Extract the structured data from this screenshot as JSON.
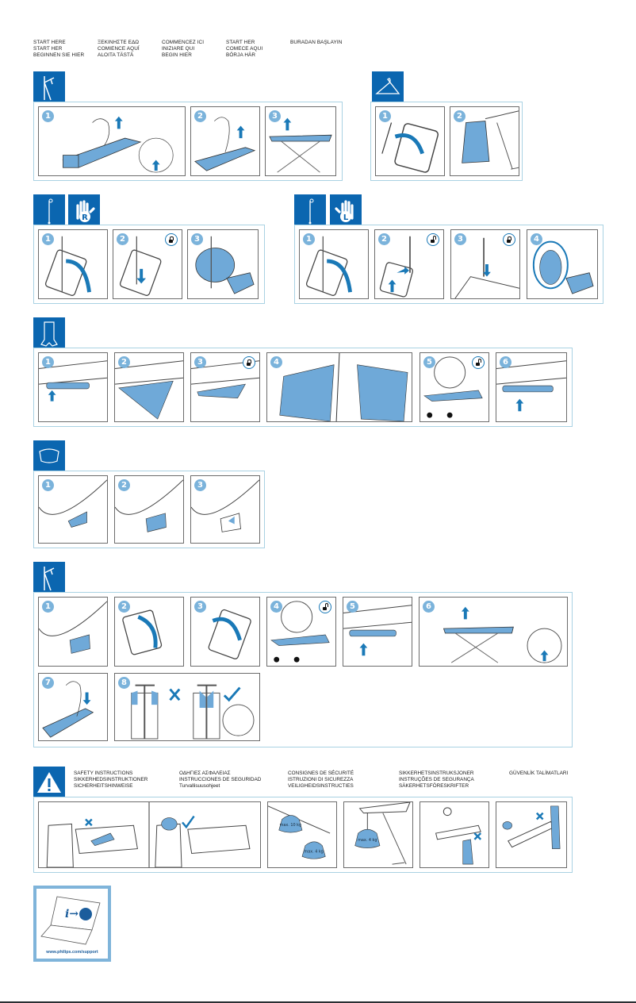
{
  "header": {
    "start_here_columns": [
      [
        "START HERE",
        "START HER",
        "BEGINNEN SIE HIER"
      ],
      [
        "ΞΕΚΙΝΗΣΤΕ ΕΔΩ",
        "COMIENCE AQUÍ",
        "ALOITA TÄSTÄ"
      ],
      [
        "COMMENCEZ ICI",
        "INIZIARE QUI",
        "BEGIN HIER"
      ],
      [
        "START HER",
        "COMECE AQUI",
        "BÖRJA HÄR"
      ],
      [
        "BURADAN BAŞLAYIN"
      ]
    ]
  },
  "sections": {
    "setup_board": {
      "icon": "ironing-board-stand-icon",
      "steps": [
        "1",
        "2",
        "3"
      ]
    },
    "garment_hanger": {
      "icon": "hanger-icon",
      "steps": [
        "1",
        "2"
      ]
    },
    "right_handed": {
      "icons": [
        "cord-holder-icon",
        "right-hand-icon"
      ],
      "hand_label": "R",
      "steps": [
        "1",
        "2",
        "3"
      ]
    },
    "left_handed": {
      "icons": [
        "cord-holder-icon",
        "left-hand-icon"
      ],
      "hand_label": "L",
      "steps": [
        "1",
        "2",
        "3",
        "4"
      ]
    },
    "cover": {
      "icon": "board-cover-icon",
      "steps": [
        "1",
        "2",
        "3",
        "4",
        "5",
        "6"
      ],
      "marks": [
        "2",
        "1"
      ]
    },
    "tray": {
      "icon": "tray-icon",
      "steps": [
        "1",
        "2",
        "3"
      ]
    },
    "fold_board": {
      "icon": "ironing-board-stand-icon",
      "steps": [
        "1",
        "2",
        "3",
        "4",
        "5",
        "6",
        "7",
        "8"
      ],
      "marks": [
        "2",
        "1"
      ]
    }
  },
  "safety": {
    "icon": "warning-icon",
    "columns": [
      [
        "SAFETY INSTRUCTIONS",
        "SIKKERHEDSINSTRUKTIONER",
        "SICHERHEITSHINWEISE"
      ],
      [
        "ΟΔΗΓΙΕΣ ΑΣΦΑΛΕΙΑΣ",
        "INSTRUCCIONES DE SEGURIDAD",
        "Turvallisuusohjeet"
      ],
      [
        "CONSIGNES DE SÉCURITÉ",
        "ISTRUZIONI DI SICUREZZA",
        "VEILIGHEIDSINSTRUCTIES"
      ],
      [
        "SIKKERHETSINSTRUKSJONER",
        "INSTRUÇÕES DE SEGURANÇA",
        "SÄKERHETSFÖRESKRIFTER"
      ],
      [
        "GÜVENLİK TALİMATLARI"
      ]
    ],
    "weights": {
      "max_board": "max. 10 kg",
      "max_end": "max. 4 kg",
      "max_hook": "max. 4 kg"
    }
  },
  "support": {
    "url": "www.philips.com/support",
    "icon_text": "i→"
  },
  "colors": {
    "brand_blue": "#0b66b0",
    "light_blue": "#7bb3db",
    "frame": "#a9d2e3",
    "fill": "#6fa9d8"
  }
}
